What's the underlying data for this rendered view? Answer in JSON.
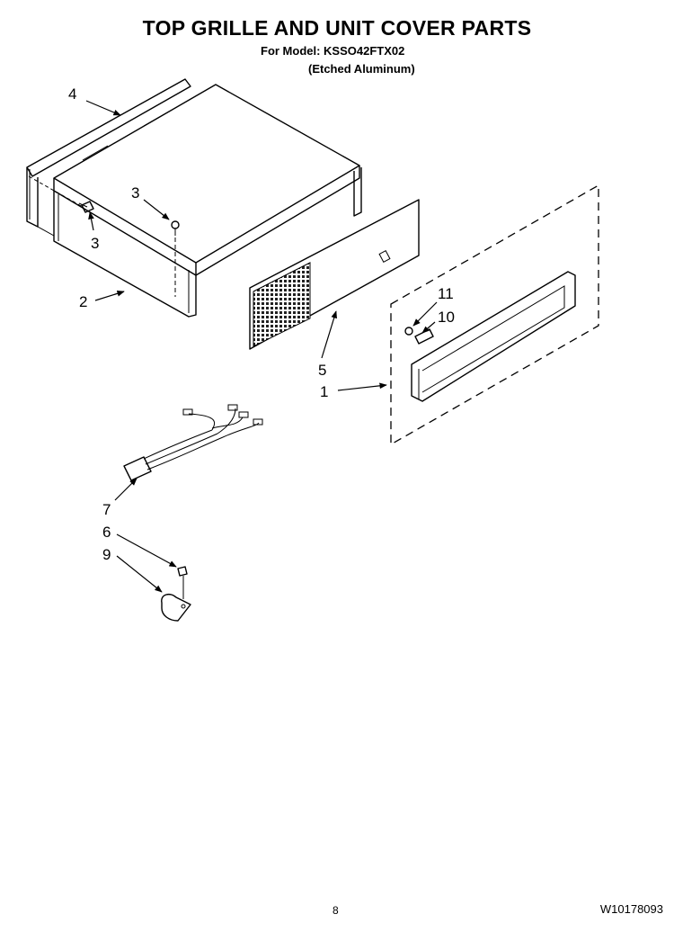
{
  "header": {
    "title": "TOP GRILLE AND UNIT COVER PARTS",
    "model": "For Model: KSSO42FTX02",
    "finish": "(Etched Aluminum)"
  },
  "callouts": {
    "c4": "4",
    "c3a": "3",
    "c3b": "3",
    "c2": "2",
    "c11": "11",
    "c10": "10",
    "c5": "5",
    "c1": "1",
    "c7": "7",
    "c6": "6",
    "c9": "9"
  },
  "footer": {
    "page": "8",
    "doc_code": "W10178093"
  }
}
